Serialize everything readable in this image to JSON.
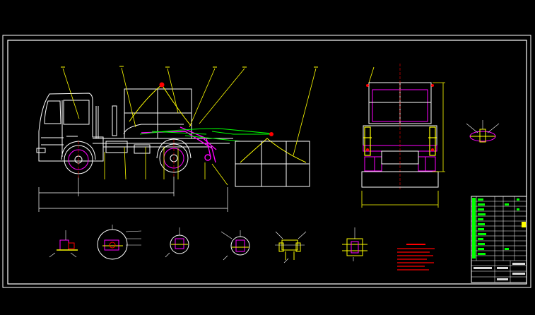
{
  "drawing": {
    "background": "#000000",
    "colors": {
      "frame": "#ffffff",
      "truck": "#ffffff",
      "leader": "#ffff00",
      "hoist": "#ff00ff",
      "chain": "#00ff00",
      "hook": "#ff0000",
      "notes": "#ff0000",
      "hatch": "#00ffff",
      "title_block_green": "#00ff00"
    },
    "views": [
      "side-view",
      "rear-view",
      "detail-a",
      "detail-b",
      "detail-c",
      "detail-d",
      "detail-e",
      "detail-f",
      "detail-g"
    ],
    "icons": [
      "truck-side-elevation",
      "container-skip",
      "lifting-arm",
      "chain-sling",
      "rear-elevation",
      "section-detail"
    ]
  }
}
